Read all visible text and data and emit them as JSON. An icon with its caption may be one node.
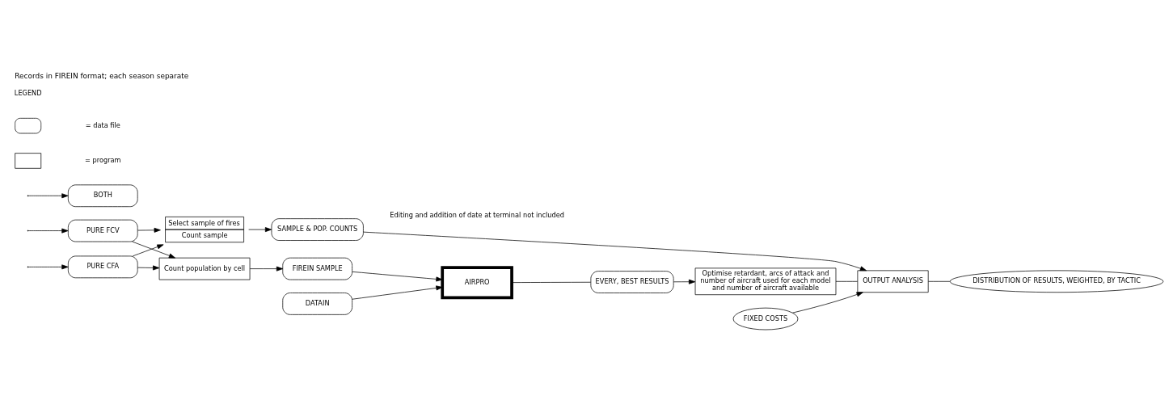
{
  "diagram": {
    "title": "Records in FIREIN format; each season separate",
    "caption": "Editing and addition of date at terminal not included",
    "nodes": [
      {
        "text": [
          "PURE FCV"
        ]
      },
      {
        "text": [
          "BOTH"
        ]
      },
      {
        "text": [
          "PURE CFA"
        ]
      },
      {
        "text": [
          "Count population by cell"
        ]
      },
      {
        "text": [
          "Select sample of fires",
          "Count sample"
        ]
      },
      {
        "text": [
          "DATAIN"
        ]
      },
      {
        "text": [
          "FIREIN SAMPLE"
        ]
      },
      {
        "text": [
          "SAMPLE & POP. COUNTS"
        ]
      },
      {
        "text": [
          "AIRPRO"
        ]
      },
      {
        "text": [
          "EVERY, BEST RESULTS"
        ]
      },
      {
        "text": [
          "Optimise retardant, arcs of attack and number of aircraft used for each model and number of aircraft available"
        ]
      },
      {
        "text": [
          "OUTPUT ANALYSIS"
        ]
      },
      {
        "text": [
          "FIXED COSTS"
        ]
      },
      {
        "text": [
          "DISTRIBUTION OF RESULTS, WEIGHTED, BY TACTIC"
        ]
      }
    ],
    "edges": [
      {
        "from": null,
        "to": 0,
        "arrow": "to"
      },
      {
        "from": null,
        "to": 1,
        "arrow": "to"
      },
      {
        "from": null,
        "to": 2,
        "arrow": "to"
      },
      {
        "from": 0,
        "to": 3,
        "arrow": "to"
      },
      {
        "from": 0,
        "to": 4,
        "arrow": "to"
      },
      {
        "from": 2,
        "to": 3,
        "arrow": "to"
      },
      {
        "from": 2,
        "to": 4,
        "arrow": "to"
      },
      {
        "from": 3,
        "to": 6,
        "arrow": "to"
      },
      {
        "from": 4,
        "to": 7,
        "arrow": "to"
      },
      {
        "from": 5,
        "to": 8,
        "arrow": "to"
      },
      {
        "from": 6,
        "to": 8,
        "arrow": "to"
      },
      {
        "from": 8,
        "to": 9,
        "arrow": "none"
      },
      {
        "from": 9,
        "to": 10,
        "arrow": "to"
      },
      {
        "from": 10,
        "to": 11,
        "arrow": "none"
      },
      {
        "from": 7,
        "to": 11,
        "arrow": "to"
      },
      {
        "from": 12,
        "to": 11,
        "arrow": "to"
      },
      {
        "from": 11,
        "to": 13,
        "arrow": "none"
      }
    ],
    "labels": [
      "LEGEND"
    ],
    "legend": [
      {
        "text": "= data file"
      },
      {
        "text": "= program"
      }
    ]
  }
}
